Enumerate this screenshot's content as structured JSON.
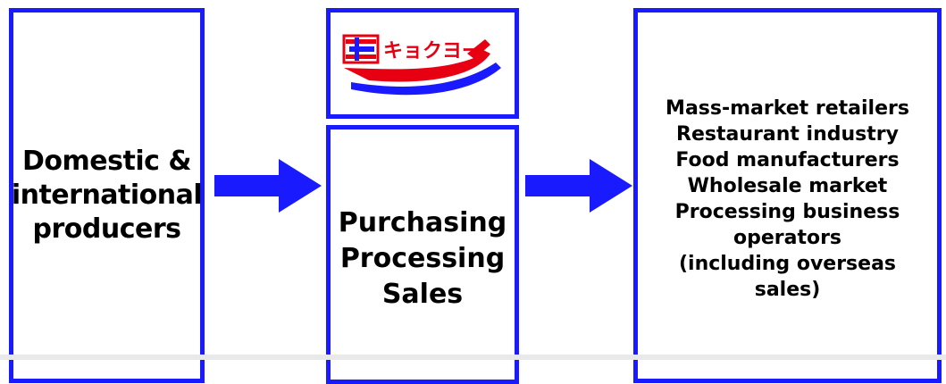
{
  "producers": {
    "lines": [
      "Domestic &",
      "international",
      "producers"
    ]
  },
  "company": {
    "logo_text": "キョクヨー",
    "activities": [
      "Purchasing",
      "Processing",
      "Sales"
    ]
  },
  "customers": {
    "lines": [
      "Mass-market retailers",
      "Restaurant industry",
      "Food manufacturers",
      "Wholesale market",
      "Processing business",
      "operators",
      "(including overseas",
      "sales)"
    ]
  },
  "colors": {
    "border": "#1a1aff",
    "arrow": "#1a1aff",
    "logo_red": "#e60012",
    "logo_blue": "#1a1aff"
  }
}
